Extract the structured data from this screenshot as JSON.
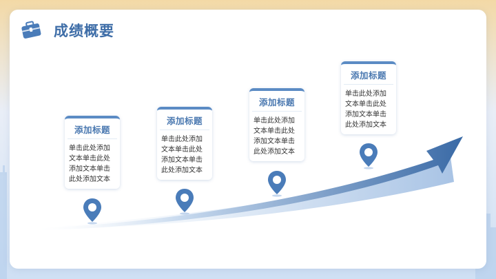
{
  "header": {
    "title": "成绩概要",
    "icon": "briefcase-icon"
  },
  "colors": {
    "accent": "#3f6ea8",
    "box_border": "#5b8bc4",
    "arrow_dark": "#3a6aa6",
    "arrow_light": "#b9cfea"
  },
  "steps": [
    {
      "title": "添加标题",
      "text": "单击此处添加文本单击此处添加文本单击此处添加文本"
    },
    {
      "title": "添加标题",
      "text": "单击此处添加文本单击此处添加文本单击此处添加文本"
    },
    {
      "title": "添加标题",
      "text": "单击此处添加文本单击此处添加文本单击此处添加文本"
    },
    {
      "title": "添加标题",
      "text": "单击此处添加文本单击此处添加文本单击此处添加文本"
    }
  ]
}
